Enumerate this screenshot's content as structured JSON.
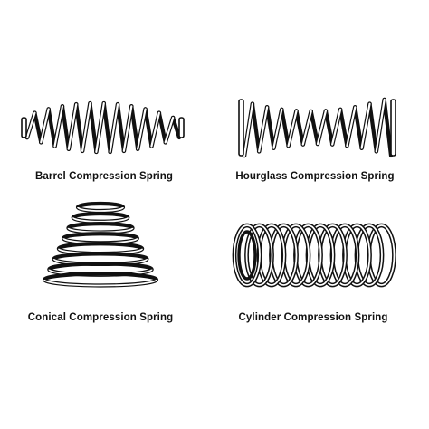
{
  "colors": {
    "ink": "#111111",
    "background": "#ffffff"
  },
  "springs": [
    {
      "id": "barrel",
      "label": "Barrel Compression Spring"
    },
    {
      "id": "hourglass",
      "label": "Hourglass Compression Spring"
    },
    {
      "id": "conical",
      "label": "Conical Compression Spring"
    },
    {
      "id": "cylinder",
      "label": "Cylinder Compression Spring"
    }
  ]
}
